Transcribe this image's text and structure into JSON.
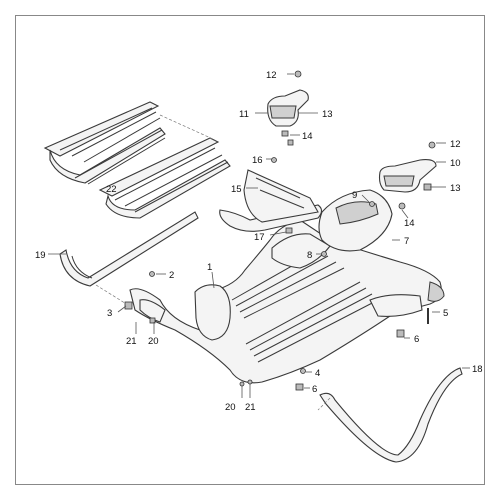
{
  "diagram": {
    "callouts": [
      {
        "id": "c12a",
        "label": "12"
      },
      {
        "id": "c11",
        "label": "11"
      },
      {
        "id": "c13a",
        "label": "13"
      },
      {
        "id": "c14a",
        "label": "14"
      },
      {
        "id": "c12b",
        "label": "12"
      },
      {
        "id": "c10",
        "label": "10"
      },
      {
        "id": "c13b",
        "label": "13"
      },
      {
        "id": "c16",
        "label": "16"
      },
      {
        "id": "c15",
        "label": "15"
      },
      {
        "id": "c9",
        "label": "9"
      },
      {
        "id": "c14b",
        "label": "14"
      },
      {
        "id": "c22",
        "label": "22"
      },
      {
        "id": "c17",
        "label": "17"
      },
      {
        "id": "c7",
        "label": "7"
      },
      {
        "id": "c8",
        "label": "8"
      },
      {
        "id": "c19",
        "label": "19"
      },
      {
        "id": "c1",
        "label": "1"
      },
      {
        "id": "c2",
        "label": "2"
      },
      {
        "id": "c3",
        "label": "3"
      },
      {
        "id": "c5",
        "label": "5"
      },
      {
        "id": "c6a",
        "label": "6"
      },
      {
        "id": "c21a",
        "label": "21"
      },
      {
        "id": "c20a",
        "label": "20"
      },
      {
        "id": "c4",
        "label": "4"
      },
      {
        "id": "c18",
        "label": "18"
      },
      {
        "id": "c6b",
        "label": "6"
      },
      {
        "id": "c20b",
        "label": "20"
      },
      {
        "id": "c21b",
        "label": "21"
      }
    ]
  }
}
